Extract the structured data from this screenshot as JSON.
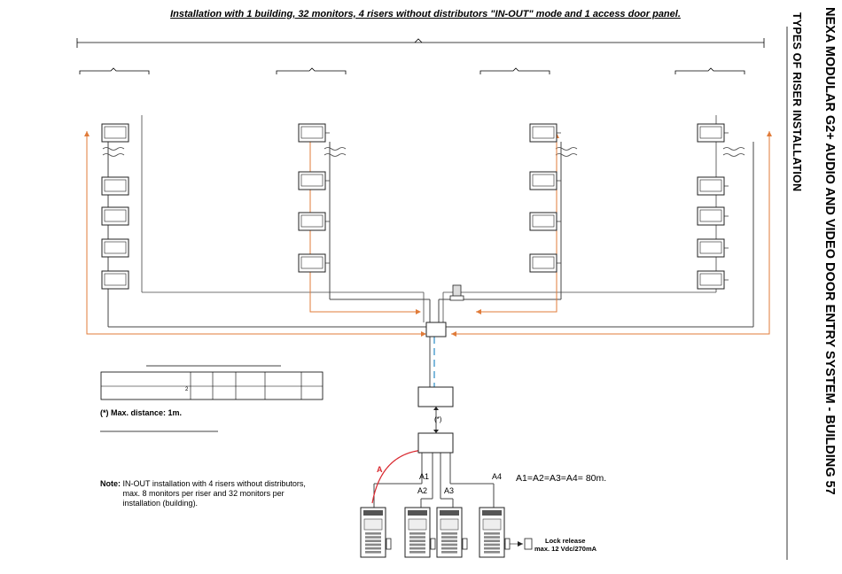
{
  "header": {
    "title": "Installation with 1 building, 32 monitors, 4 risers without distributors \"IN-OUT\" mode and 1 access door panel.",
    "side_title": "NEXA MODULAR G2+ AUDIO AND VIDEO DOOR ENTRY SYSTEM - BUILDING 57",
    "side_subtitle": "TYPES OF RISER INSTALLATION"
  },
  "notes": {
    "max_distance": "Max. distance: 1m.",
    "max_distance_symbol": "(*)",
    "note_label": "Note:",
    "note_text": "IN-OUT installation with 4 risers without distributors,\nmax. 8 monitors per riser and 32 monitors per\ninstallation (building).",
    "table_superscript": "2"
  },
  "diagram": {
    "line_labels": [
      "A1",
      "A2",
      "A3",
      "A4"
    ],
    "red_label": "A",
    "link_symbol": "(*)",
    "distance_formula": "A1=A2=A3=A4= 80m.",
    "lock_release": [
      "Lock release",
      "max. 12 Vdc/270mA"
    ]
  },
  "colors": {
    "orange": "#e07b39",
    "red": "#d9282f",
    "blue": "#2a8bc4",
    "line": "#444444"
  }
}
